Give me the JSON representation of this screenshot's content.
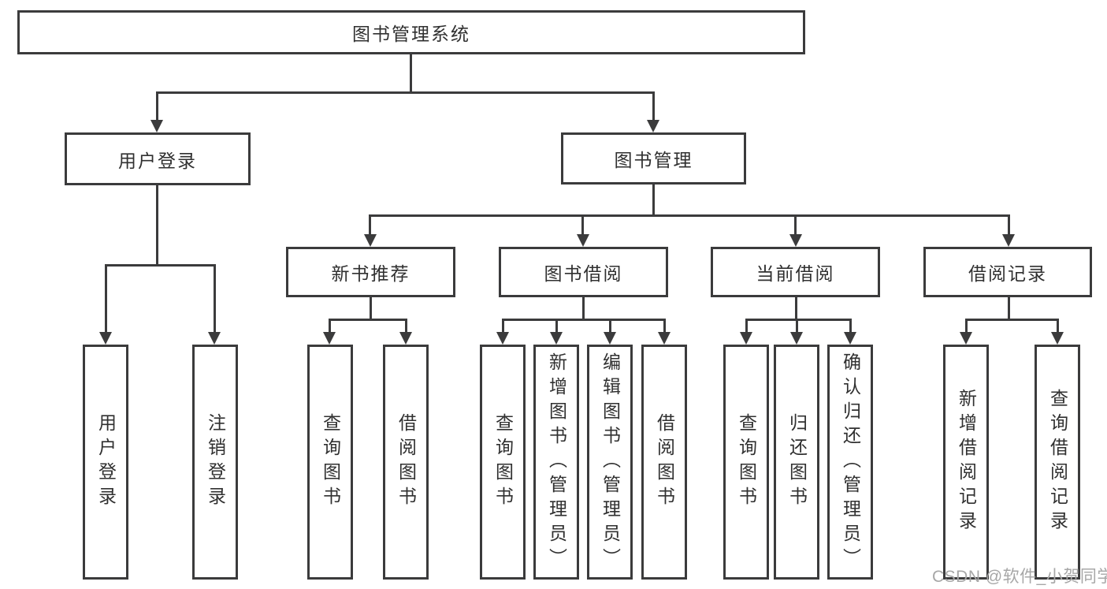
{
  "chart": {
    "type": "hierarchy-diagram",
    "root": {
      "label": "图书管理系统",
      "children": [
        {
          "label": "用户登录",
          "children": [
            {
              "label": "用户登录"
            },
            {
              "label": "注销登录"
            }
          ]
        },
        {
          "label": "图书管理",
          "children": [
            {
              "label": "新书推荐",
              "children": [
                {
                  "label": "查询图书"
                },
                {
                  "label": "借阅图书"
                }
              ]
            },
            {
              "label": "图书借阅",
              "children": [
                {
                  "label": "查询图书"
                },
                {
                  "label": "新增图书（管理员）"
                },
                {
                  "label": "编辑图书（管理员）"
                },
                {
                  "label": "借阅图书"
                }
              ]
            },
            {
              "label": "当前借阅",
              "children": [
                {
                  "label": "查询图书"
                },
                {
                  "label": "归还图书"
                },
                {
                  "label": "确认归还（管理员）"
                }
              ]
            },
            {
              "label": "借阅记录",
              "children": [
                {
                  "label": "新增借阅记录"
                },
                {
                  "label": "查询借阅记录"
                }
              ]
            }
          ]
        }
      ]
    }
  },
  "watermark": {
    "text": "CSDN @软件_小贺同学"
  },
  "colors": {
    "line": "#3b3b3c",
    "text": "#303030",
    "watermark": "#a7a7a7",
    "background": "#ffffff"
  }
}
